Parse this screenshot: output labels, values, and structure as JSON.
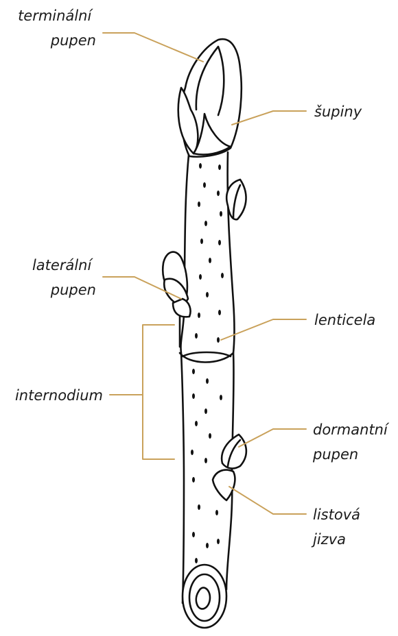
{
  "colors": {
    "leader": "#c9a15a",
    "ink": "#111111",
    "label": "#1a1a1a"
  },
  "labels": {
    "terminal_bud": [
      "terminální",
      "pupen"
    ],
    "scales": [
      "šupiny"
    ],
    "lateral_bud": [
      "laterální",
      "pupen"
    ],
    "lenticel": [
      "lenticela"
    ],
    "internode": [
      "internodium"
    ],
    "dormant_bud": [
      "dormantní",
      "pupen"
    ],
    "leaf_scar": [
      "listová",
      "jizva"
    ]
  }
}
